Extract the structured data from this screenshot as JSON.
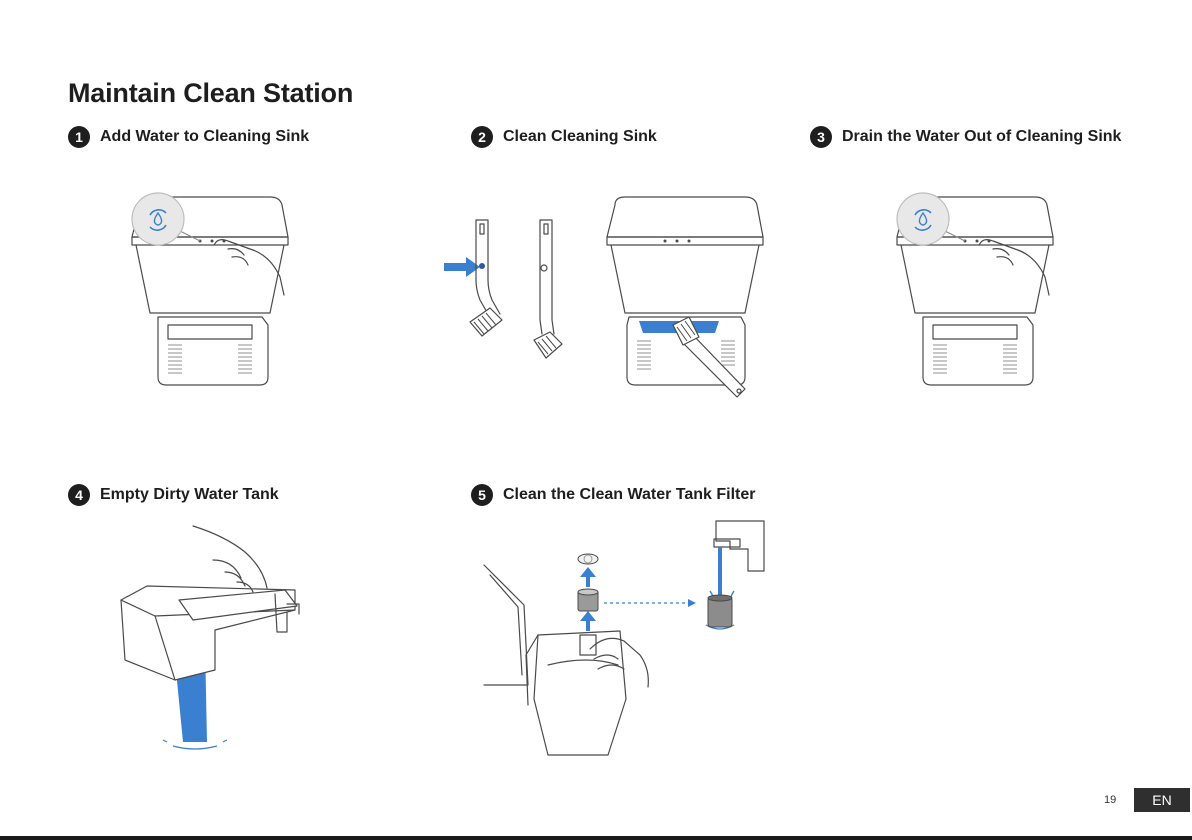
{
  "page": {
    "title": "Maintain Clean Station",
    "page_number": "19",
    "language": "EN"
  },
  "steps": [
    {
      "number": "1",
      "label": "Add Water to Cleaning Sink"
    },
    {
      "number": "2",
      "label": "Clean Cleaning Sink"
    },
    {
      "number": "3",
      "label": "Drain the Water Out of Cleaning Sink"
    },
    {
      "number": "4",
      "label": "Empty Dirty Water Tank"
    },
    {
      "number": "5",
      "label": "Clean the Clean Water Tank Filter"
    }
  ],
  "colors": {
    "accent_blue": "#3a7fd0",
    "dark_blue": "#2a5aa6",
    "line": "#4a4a4a",
    "badge": "#1e1e1e"
  },
  "icons": [
    "water-cycle-icon",
    "arrow-right-icon",
    "arrow-up-icon"
  ]
}
